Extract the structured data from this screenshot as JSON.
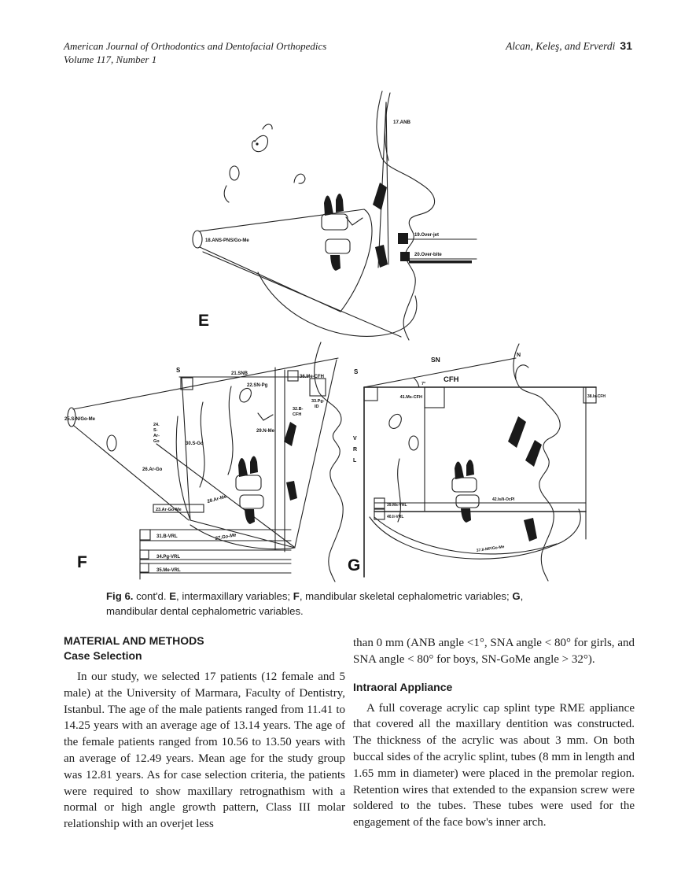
{
  "header": {
    "journal": "American Journal of Orthodontics and Dentofacial Orthopedics",
    "volume": "Volume 117, Number 1",
    "authors": "Alcan, Keleş, and Erverdi",
    "page_number": "31"
  },
  "figure": {
    "caption": {
      "parts": [
        "Fig 6.",
        " cont'd. ",
        "E",
        ", intermaxillary variables; ",
        "F",
        ", mandibular skeletal cephalometric variables; ",
        "G",
        ", mandibular dental cephalometric variables."
      ]
    },
    "e": {
      "letter": "E",
      "anb": "17.ANB",
      "palatal": "18.ANS-PNS/Go-Me",
      "overjet": "19.Over-jet",
      "overbite": "20.Over-bite"
    },
    "f": {
      "letter": "F",
      "s": "S",
      "snb": "21.SNB",
      "sn_pg": "22.SN-Pg",
      "gonial_box": "23.Ar-Go-Me",
      "articular": [
        "24.",
        "S-",
        "Ar-",
        "Go"
      ],
      "sn_gome": "25.S-N/Go-Me",
      "ar_go": "26.Ar-Go",
      "go_me": "27.Go-Me",
      "ar_me": "28.Ar-Me",
      "n_me": "29.N-Me",
      "s_go": "30.S-Go",
      "b_vrl": "31.B-VRL",
      "b_cfh_1": "32.B-",
      "b_cfh_2": "CFH",
      "pg_id_1": "33.Pg-",
      "pg_id_2": "ID",
      "pg_vrl": "34.Pg-VRL",
      "me_vrl": "35.Me-VRL",
      "me_cfh": "36.Me-CFH"
    },
    "g": {
      "letter": "G",
      "s": "S",
      "sn": "SN",
      "n": "N",
      "cfh": "CFH",
      "angle": "7°",
      "vrl": [
        "V",
        "R",
        "L"
      ],
      "ii_mp": "37.Ii-MP/Go-Me",
      "is_cfh": "38.Is-CFH",
      "ms_vrl": "39.Ms-VRL",
      "ii_vrl": "40.Ii-VRL",
      "ms_cfh": "41.Ms-CFH",
      "interincisal": "42.Is/Ii-OcPl"
    }
  },
  "content": {
    "section1": "MATERIAL AND METHODS",
    "sub1": "Case Selection",
    "para1": "In our study, we selected 17 patients (12 female and 5 male) at the University of Marmara, Faculty of Dentistry, Istanbul. The age of the male patients ranged from 11.41 to 14.25 years with an average age of 13.14 years. The age of the female patients ranged from 10.56 to 13.50 years with an average of 12.49 years. Mean age for the study group was 12.81 years. As for case selection criteria, the patients were required to show maxillary retrognathism with a normal or high angle growth pattern, Class III molar relationship with an overjet less",
    "para2": "than 0 mm (ANB angle <1°, SNA angle < 80° for girls, and SNA angle < 80° for boys, SN-GoMe angle > 32°).",
    "sub2": "Intraoral Appliance",
    "para3": "A full coverage acrylic cap splint type RME appliance that covered all the maxillary dentition was constructed. The thickness of the acrylic was about 3 mm. On both buccal sides of the acrylic splint, tubes (8 mm in length and 1.65 mm in diameter) were placed in the premolar region. Retention wires that extended to the expansion screw were soldered to the tubes. These tubes were used for the engagement of the face bow's inner arch."
  }
}
